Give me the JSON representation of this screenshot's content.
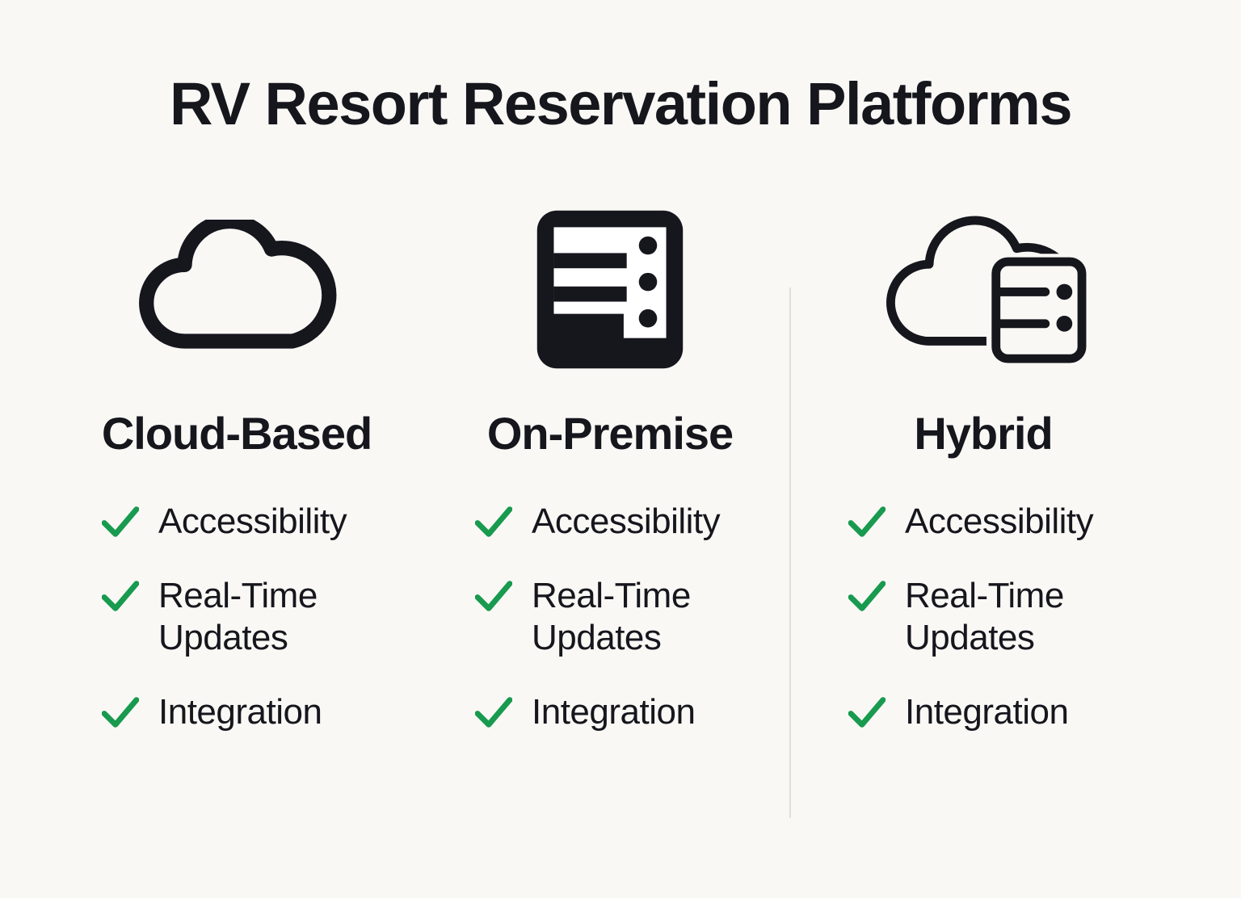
{
  "title": "RV Resort Reservation Platforms",
  "colors": {
    "background": "#f9f8f5",
    "ink": "#16161d",
    "check_green": "#189a4f",
    "divider": "#dfdfdc"
  },
  "columns": [
    {
      "label": "Cloud-Based",
      "icon": "cloud-icon",
      "features": [
        "Accessibility",
        "Real-Time Updates",
        "Integration"
      ]
    },
    {
      "label": "On-Premise",
      "icon": "server-icon",
      "features": [
        "Accessibility",
        "Real-Time Updates",
        "Integration"
      ]
    },
    {
      "label": "Hybrid",
      "icon": "cloud-server-icon",
      "features": [
        "Accessibility",
        "Real-Time Updates",
        "Integration"
      ]
    }
  ]
}
